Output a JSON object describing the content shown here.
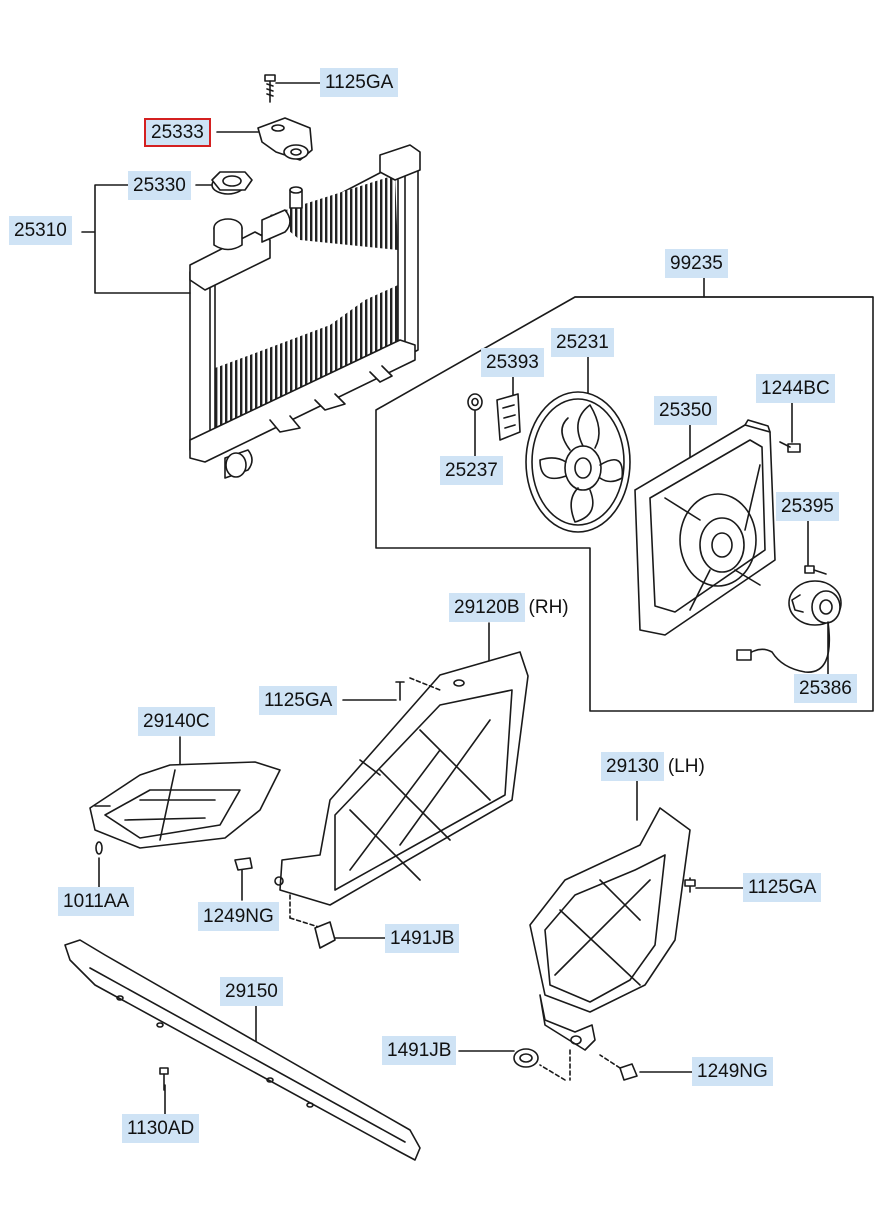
{
  "diagram": {
    "colors": {
      "highlight_border": "#d42020",
      "label_bg": "#cfe3f5",
      "line": "#1a1a1a"
    },
    "labels": {
      "l_1125ga_top": "1125GA",
      "l_25333": "25333",
      "l_25330": "25330",
      "l_25310": "25310",
      "l_99235": "99235",
      "l_25231": "25231",
      "l_25393": "25393",
      "l_1244bc": "1244BC",
      "l_25350": "25350",
      "l_25237": "25237",
      "l_25395": "25395",
      "l_25386": "25386",
      "l_29120b": "29120B",
      "l_29120b_side": "(RH)",
      "l_1125ga_mid": "1125GA",
      "l_29140c": "29140C",
      "l_29130": "29130",
      "l_29130_side": "(LH)",
      "l_1125ga_right": "1125GA",
      "l_1011aa": "1011AA",
      "l_1249ng_left": "1249NG",
      "l_1491jb_top": "1491JB",
      "l_29150": "29150",
      "l_1491jb_bottom": "1491JB",
      "l_1249ng_right": "1249NG",
      "l_1130ad": "1130AD"
    }
  }
}
